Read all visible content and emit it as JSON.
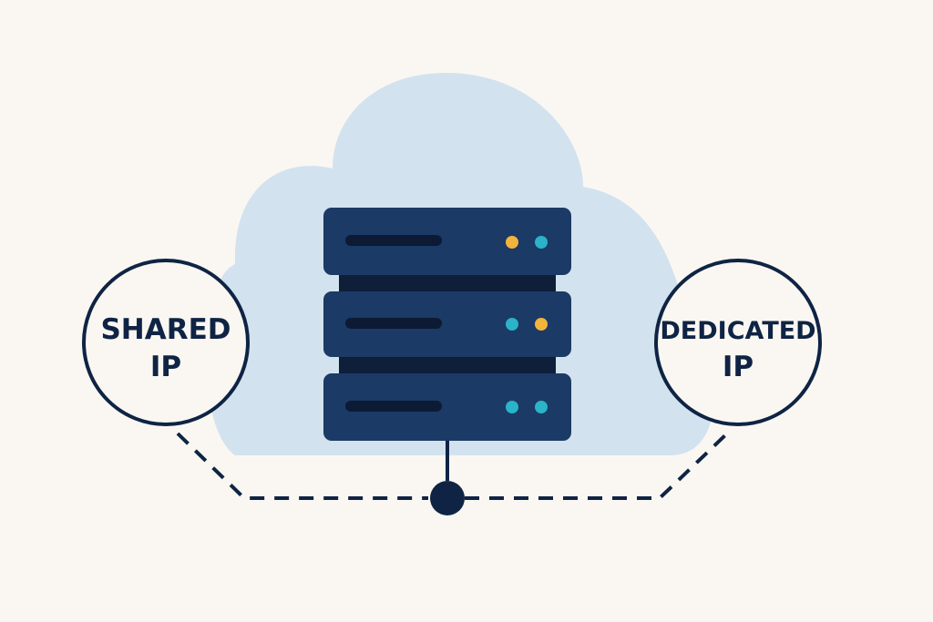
{
  "colors": {
    "background": "#faf7f2",
    "cloud": "#d3e2ef",
    "server_unit": "#1b3a66",
    "server_core": "#0f1f3a",
    "slot": "#0c1a33",
    "outline": "#0f2444",
    "led_amber": "#f2b43c",
    "led_teal": "#2bb3c8"
  },
  "labels": {
    "shared": {
      "line1": "SHARED",
      "line2": "IP"
    },
    "dedicated": {
      "line1": "DEDICATED",
      "line2": "IP"
    }
  },
  "server": {
    "units": [
      {
        "leds": [
          "led_amber",
          "led_teal"
        ]
      },
      {
        "leds": [
          "led_teal",
          "led_amber"
        ]
      },
      {
        "leds": [
          "led_teal",
          "led_teal"
        ]
      }
    ]
  }
}
